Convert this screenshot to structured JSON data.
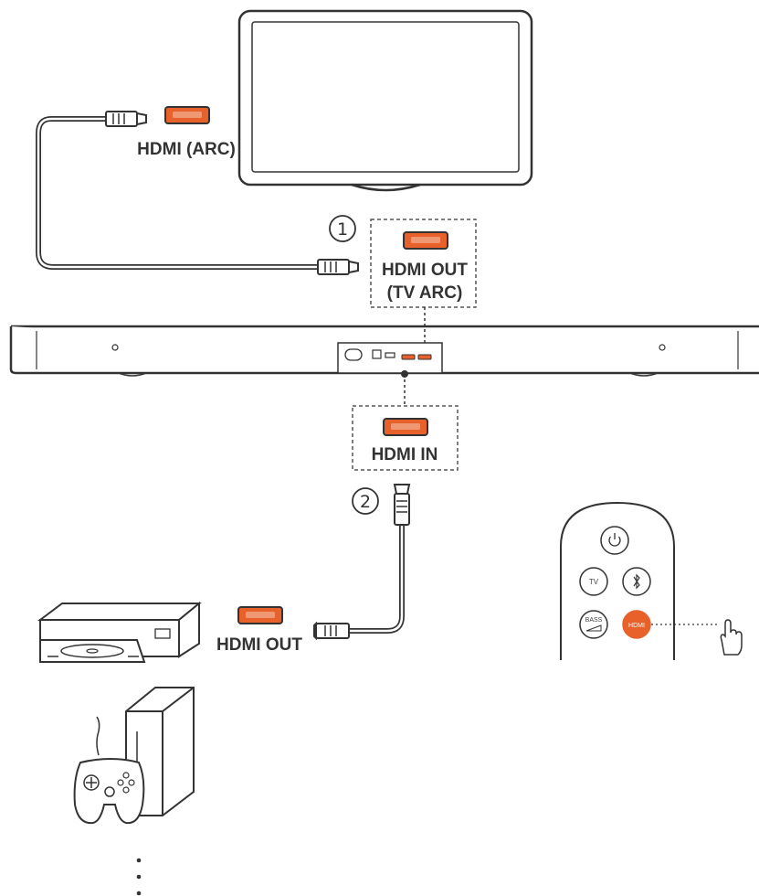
{
  "labels": {
    "tv_hdmi": "HDMI (ARC)",
    "soundbar_out_line1": "HDMI OUT",
    "soundbar_out_line2": "(TV ARC)",
    "soundbar_in": "HDMI IN",
    "player_out": "HDMI OUT"
  },
  "steps": {
    "one": "1",
    "two": "2"
  },
  "remote": {
    "tv": "TV",
    "bass": "BASS",
    "hdmi": "HDMI"
  },
  "colors": {
    "accent": "#e8602a",
    "line": "#333333"
  },
  "icons": {
    "power": "power-icon",
    "bluetooth": "bluetooth-icon",
    "hand": "pointing-hand-icon"
  }
}
